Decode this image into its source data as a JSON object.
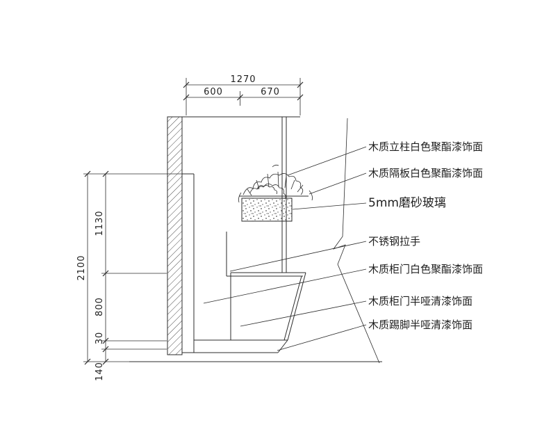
{
  "top_dimensions": {
    "total": "1270",
    "left_segment": "600",
    "right_segment": "670"
  },
  "left_dimensions": {
    "overall": "2100",
    "upper": "1130",
    "lower": "800",
    "toe": "30",
    "base": "140"
  },
  "annotations": {
    "post": "木质立柱白色聚酯漆饰面",
    "shelf": "木质隔板白色聚酯漆饰面",
    "glass": "5mm磨砂玻璃",
    "handle": "不锈钢拉手",
    "tall_door": "木质柜门白色聚酯漆饰面",
    "lower_door": "木质柜门半哑清漆饰面",
    "skirting": "木质踢脚半哑清漆饰面"
  },
  "line_color": "#2b2b2b"
}
